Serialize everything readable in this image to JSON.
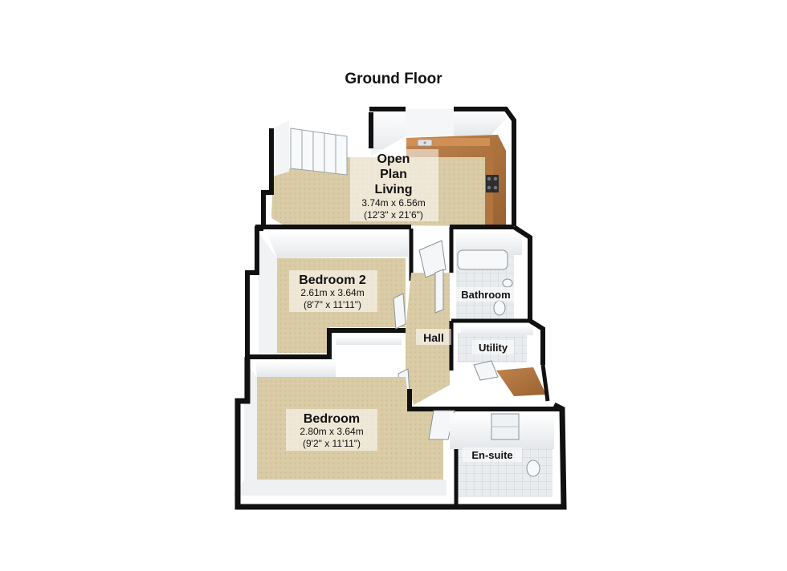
{
  "plan": {
    "title": "Ground Floor",
    "rooms": {
      "living": {
        "name_line1": "Open",
        "name_line2": "Plan",
        "name_line3": "Living",
        "metric": "3.74m x 6.56m",
        "imperial": "(12'3\" x 21'6\")"
      },
      "bedroom2": {
        "name": "Bedroom 2",
        "metric": "2.61m x 3.64m",
        "imperial": "(8'7\" x 11'11\")"
      },
      "bedroom": {
        "name": "Bedroom",
        "metric": "2.80m x 3.64m",
        "imperial": "(9'2\" x 11'11\")"
      },
      "bathroom": {
        "name": "Bathroom"
      },
      "utility": {
        "name": "Utility"
      },
      "hall": {
        "name": "Hall"
      },
      "ensuite": {
        "name": "En-suite"
      }
    }
  }
}
